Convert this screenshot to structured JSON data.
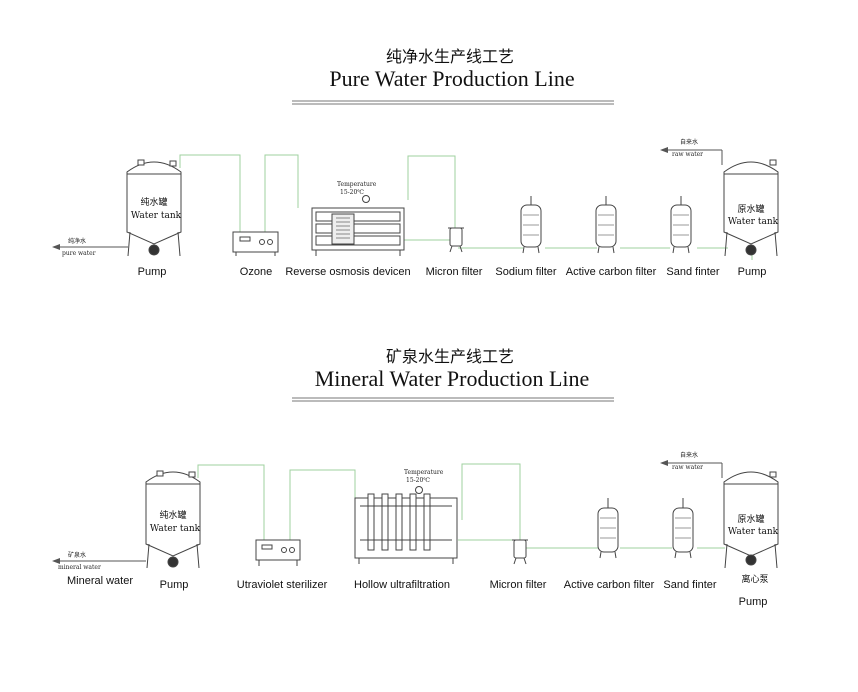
{
  "pure_line": {
    "title_cn": "纯净水生产线工艺",
    "title_en": "Pure Water Production Line",
    "labels": [
      "Pump",
      "Ozone",
      "Reverse osmosis devicen",
      "Micron filter",
      "Sodium filter",
      "Active carbon filter",
      "Sand finter",
      "Pump"
    ],
    "pure_tank_cn": "纯水罐",
    "pure_tank_en": "Water tank",
    "raw_tank_cn": "原水罐",
    "raw_tank_en": "Water tank",
    "outlet_cn": "纯净水",
    "outlet_en": "pure water",
    "inlet_cn": "自来水",
    "inlet_en": "raw water",
    "temperature_label": "Temperature",
    "temperature_range": "15-20℃"
  },
  "mineral_line": {
    "title_cn": "矿泉水生产线工艺",
    "title_en": "Mineral Water Production Line",
    "labels": [
      "Mineral water",
      "Pump",
      "Utraviolet  sterilizer",
      "Hollow ultrafiltration",
      "Micron filter",
      "Active carbon filter",
      "Sand finter",
      "Pump"
    ],
    "pump_cn": "离心泵",
    "pure_tank_cn": "纯水罐",
    "pure_tank_en": "Water tank",
    "raw_tank_cn": "原水罐",
    "raw_tank_en": "Water tank",
    "outlet_cn": "矿泉水",
    "outlet_en": "mineral water",
    "inlet_cn": "自来水",
    "inlet_en": "raw water",
    "temperature_label": "Temperature",
    "temperature_range": "15-20℃"
  },
  "colors": {
    "pipe": "#9fd09f",
    "line": "#555555",
    "text": "#111111"
  }
}
